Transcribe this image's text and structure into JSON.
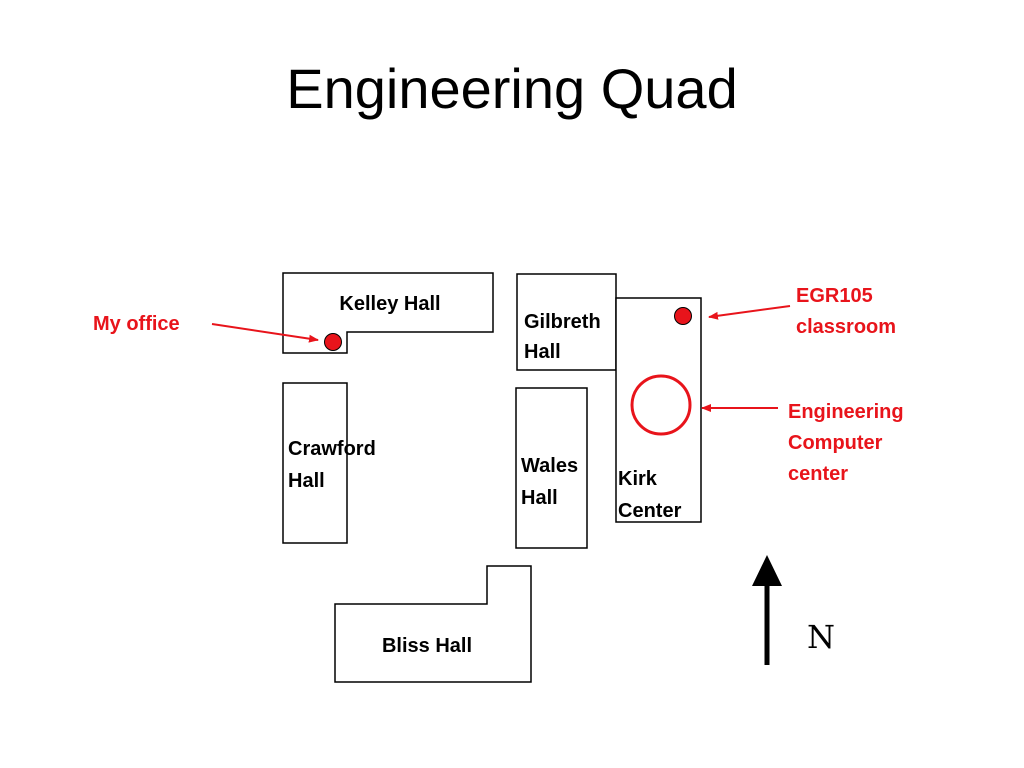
{
  "title": "Engineering Quad",
  "colors": {
    "annotation": "#e8141b",
    "outline": "#000000",
    "background": "#ffffff"
  },
  "buildings": {
    "kelley": "Kelley Hall",
    "gilbreth": [
      "Gilbreth",
      "Hall"
    ],
    "crawford": [
      "Crawford",
      "Hall"
    ],
    "wales": [
      "Wales",
      "Hall"
    ],
    "kirk": [
      "Kirk",
      "Center"
    ],
    "bliss": "Bliss Hall"
  },
  "annotations": {
    "my_office": "My office",
    "egr_classroom": [
      "EGR105",
      "classroom"
    ],
    "computer_center": [
      "Engineering",
      "Computer",
      "center"
    ]
  },
  "compass": {
    "label": "N",
    "icon": "north-arrow-icon"
  }
}
